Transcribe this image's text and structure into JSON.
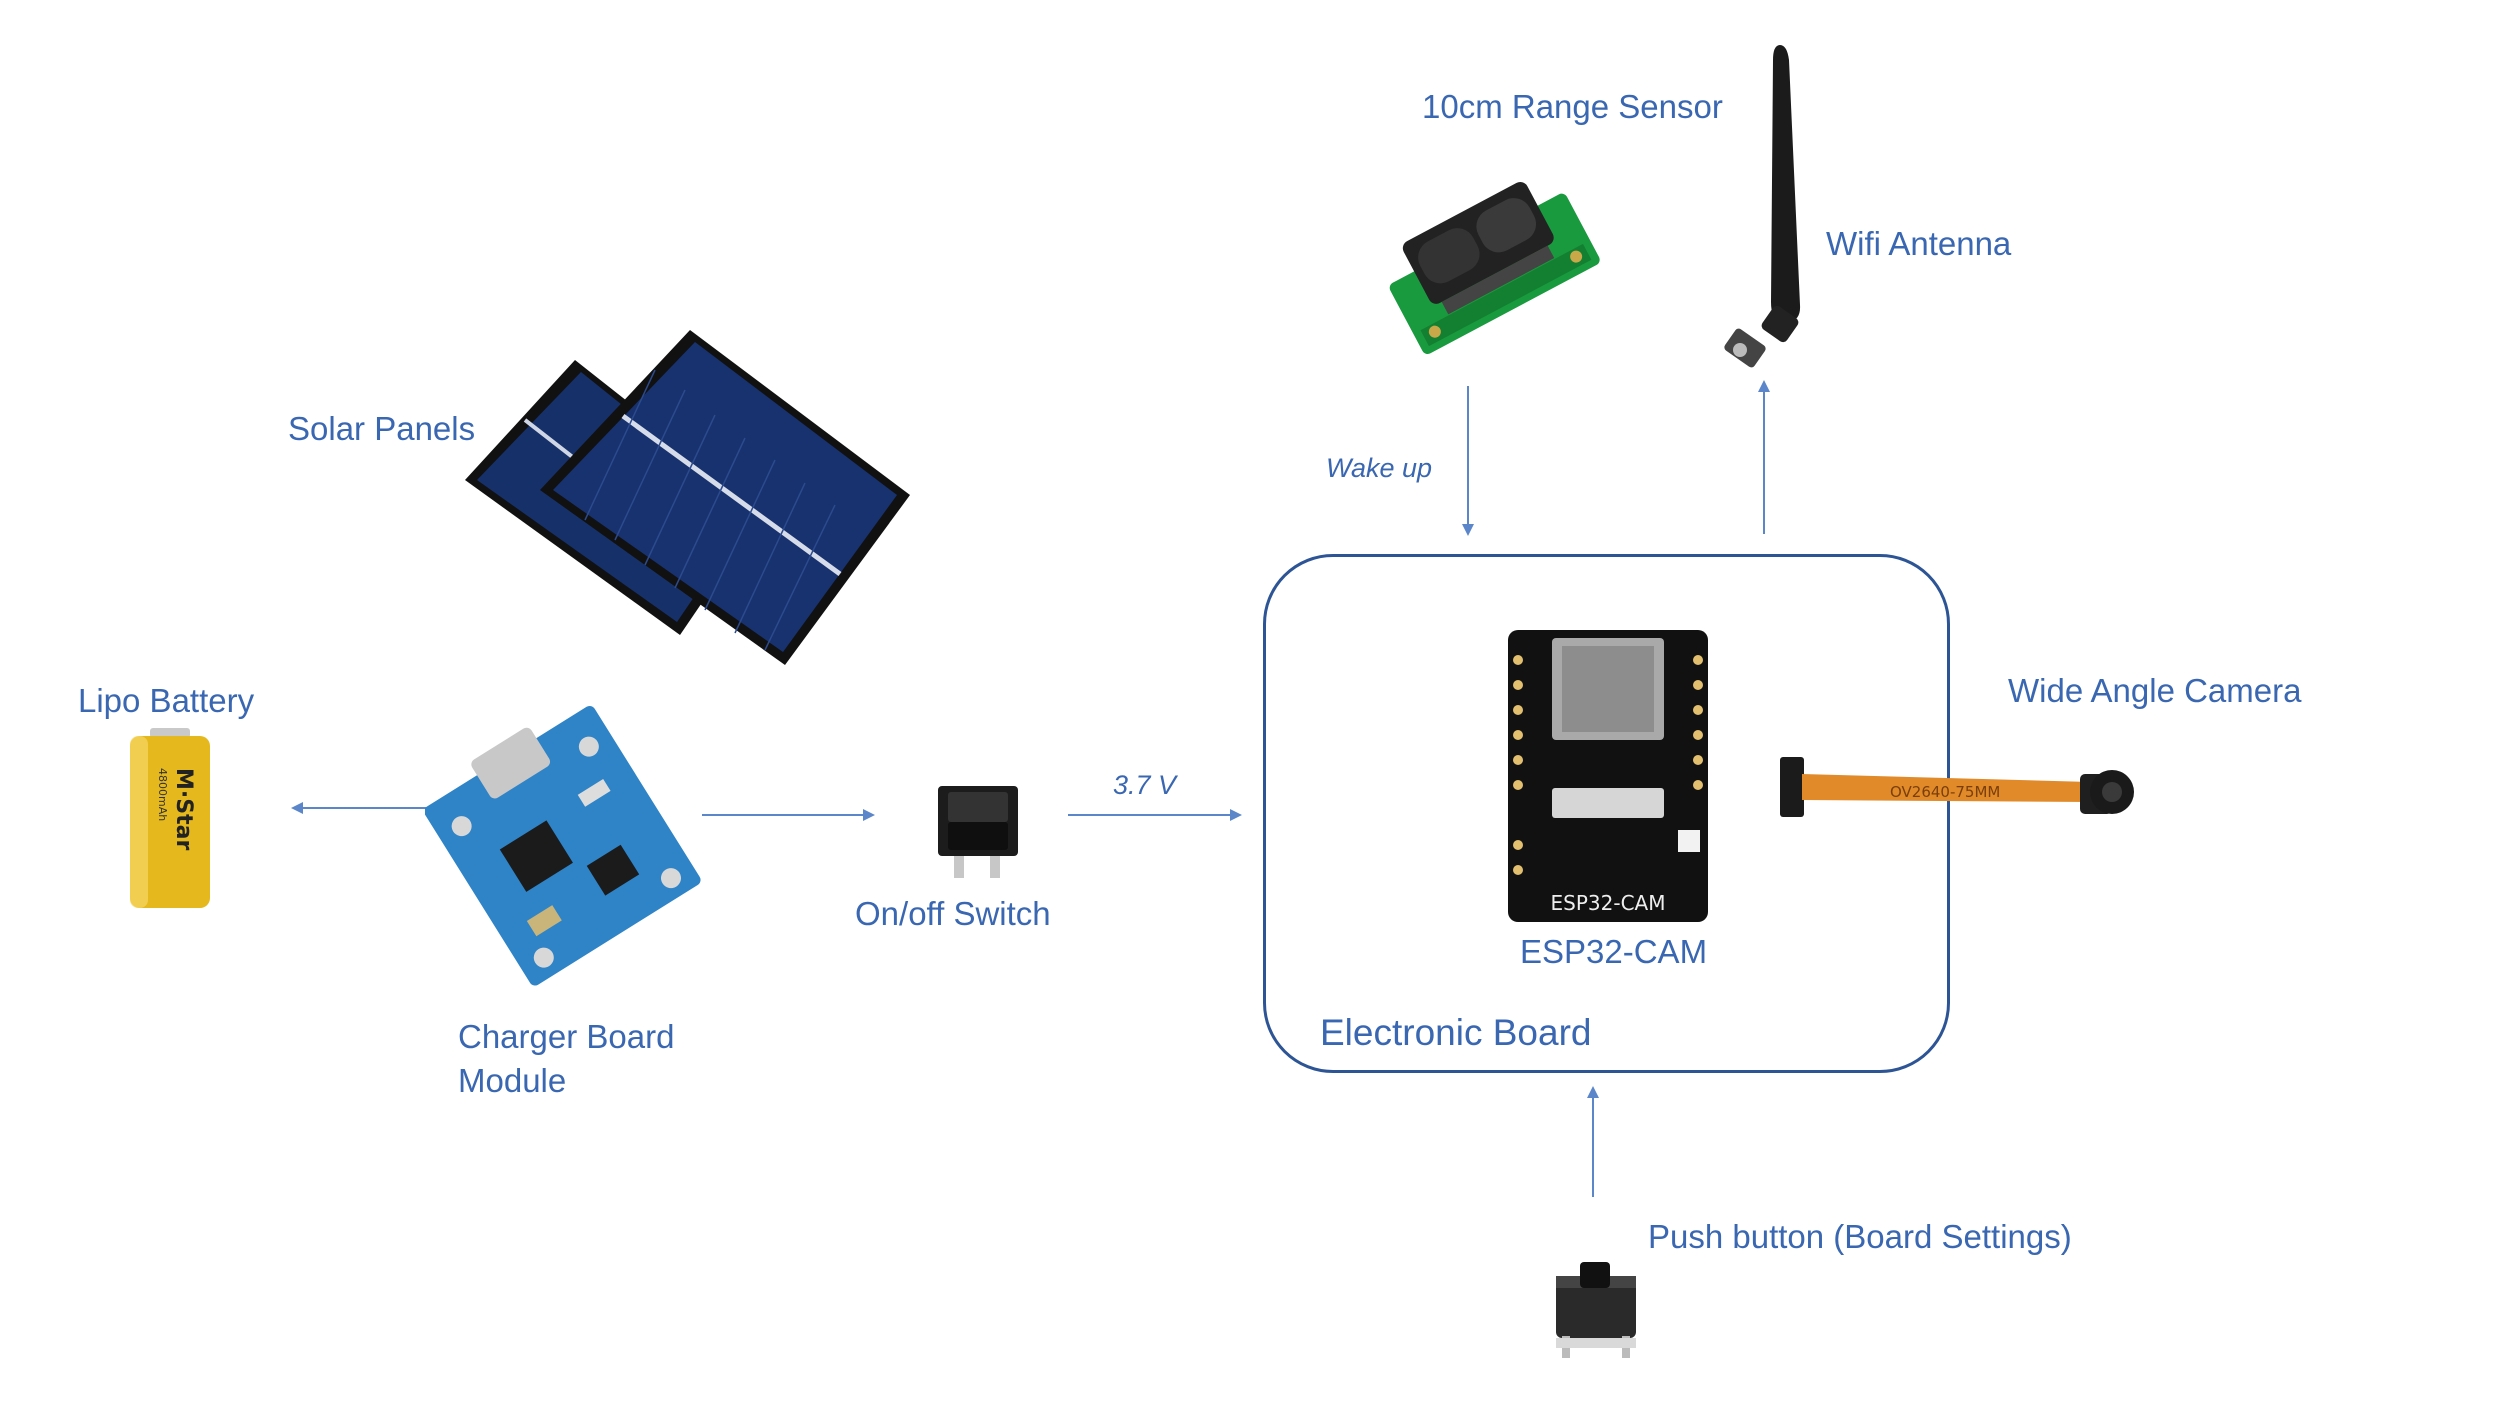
{
  "colors": {
    "text": "#3a67b1",
    "arrow": "#5b86c9",
    "board_border": "#2d5596"
  },
  "labels": {
    "range_sensor": "10cm Range Sensor",
    "wifi_antenna": "Wifi Antenna",
    "solar_panels": "Solar Panels",
    "lipo_battery": "Lipo Battery",
    "charger_board": "Charger Board Module",
    "on_off_switch": "On/off Switch",
    "voltage": "3.7 V",
    "wake_up": "Wake up",
    "esp32_cam": "ESP32-CAM",
    "electronic_board": "Electronic Board",
    "wide_angle_camera": "Wide Angle Camera",
    "push_button": "Push button (Board Settings)"
  },
  "component_print": {
    "battery_brand": "M·Star",
    "battery_capacity": "4800mAh",
    "esp_silk": "ESP32-CAM",
    "camera_cable": "OV2640-75MM"
  },
  "icons": [
    "range-sensor-icon",
    "antenna-icon",
    "solar-panel-icon",
    "battery-icon",
    "charger-board-icon",
    "rocker-switch-icon",
    "esp32-cam-module-icon",
    "camera-module-icon",
    "push-button-icon"
  ]
}
